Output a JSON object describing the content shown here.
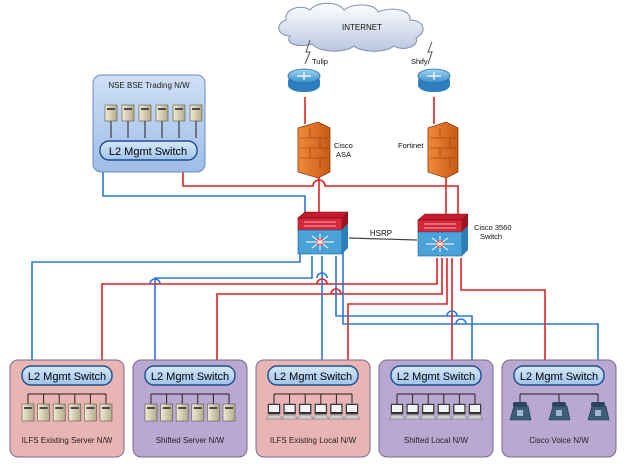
{
  "internet": {
    "label": "INTERNET"
  },
  "routers": [
    {
      "label": "Tulip"
    },
    {
      "label": "Shify"
    }
  ],
  "firewalls": [
    {
      "label_lines": [
        "Cisco",
        "ASA"
      ]
    },
    {
      "label_lines": [
        "Fortinet"
      ]
    }
  ],
  "core": {
    "hsrp_label": "HSRP",
    "switch_label_lines": [
      "Cisco 3560",
      "Switch"
    ]
  },
  "top_box": {
    "title": "NSE BSE Trading N/W",
    "switch_label": "L2 Mgmt Switch"
  },
  "bottom_boxes": [
    {
      "title": "ILFS Existing Server N/W",
      "switch_label": "L2 Mgmt Switch",
      "device": "server",
      "fill": "#e9b4b4"
    },
    {
      "title": "Shifted Server N/W",
      "switch_label": "L2 Mgmt Switch",
      "device": "server",
      "fill": "#b9a8d2"
    },
    {
      "title": "ILFS Existing Local N/W",
      "switch_label": "L2 Mgmt Switch",
      "device": "pc",
      "fill": "#e9b4b4"
    },
    {
      "title": "Shifted Local N/W",
      "switch_label": "L2 Mgmt Switch",
      "device": "pc",
      "fill": "#b9a8d2"
    },
    {
      "title": "Cisco Voice N/W",
      "switch_label": "L2 Mgmt Switch",
      "device": "phone",
      "fill": "#b9a8d2"
    }
  ],
  "colors": {
    "red_link": "#e02020",
    "blue_link": "#2a78d8"
  }
}
